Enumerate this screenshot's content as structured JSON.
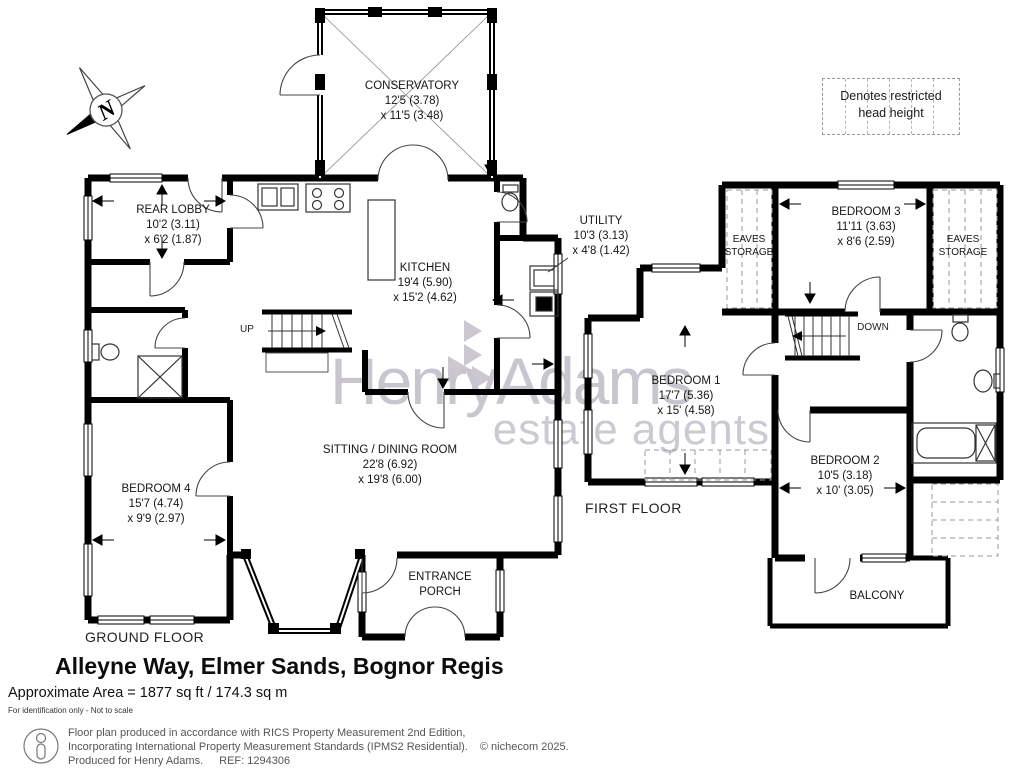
{
  "info": {
    "title": "Alleyne Way, Elmer Sands, Bognor Regis",
    "area": "Approximate Area = 1877 sq ft / 174.3 sq m",
    "disclaimer": "For identification only - Not to scale"
  },
  "footer": {
    "line1": "Floor plan produced in accordance with RICS Property Measurement 2nd Edition,",
    "line2": "Incorporating International Property Measurement Standards (IPMS2 Residential).",
    "copyright": "© nichecom 2025.",
    "line3": "Produced for Henry Adams.",
    "ref": "REF: 1294306"
  },
  "legend": {
    "restricted": "Denotes restricted head height"
  },
  "compass": {
    "north": "N"
  },
  "watermark": {
    "brand": "HenryAdams",
    "tagline": "estate agents"
  },
  "ground_floor": {
    "label": "GROUND FLOOR",
    "stairs": "UP",
    "conservatory": {
      "name": "CONSERVATORY",
      "dim1": "12'5 (3.78)",
      "dim2": "x 11'5 (3.48)"
    },
    "rear_lobby": {
      "name": "REAR LOBBY",
      "dim1": "10'2 (3.11)",
      "dim2": "x 6'2 (1.87)"
    },
    "kitchen": {
      "name": "KITCHEN",
      "dim1": "19'4 (5.90)",
      "dim2": "x 15'2 (4.62)"
    },
    "utility": {
      "name": "UTILITY",
      "dim1": "10'3 (3.13)",
      "dim2": "x 4'8 (1.42)"
    },
    "sitting_dining": {
      "name": "SITTING / DINING ROOM",
      "dim1": "22'8 (6.92)",
      "dim2": "x 19'8 (6.00)"
    },
    "bedroom4": {
      "name": "BEDROOM 4",
      "dim1": "15'7 (4.74)",
      "dim2": "x 9'9 (2.97)"
    },
    "porch": {
      "line1": "ENTRANCE",
      "line2": "PORCH"
    }
  },
  "first_floor": {
    "label": "FIRST FLOOR",
    "stairs": "DOWN",
    "bedroom1": {
      "name": "BEDROOM 1",
      "dim1": "17'7 (5.36)",
      "dim2": "x 15' (4.58)"
    },
    "bedroom2": {
      "name": "BEDROOM 2",
      "dim1": "10'5 (3.18)",
      "dim2": "x 10' (3.05)"
    },
    "bedroom3": {
      "name": "BEDROOM 3",
      "dim1": "11'11 (3.63)",
      "dim2": "x 8'6 (2.59)"
    },
    "eaves_left": {
      "line1": "EAVES",
      "line2": "STORAGE"
    },
    "eaves_right": {
      "line1": "EAVES",
      "line2": "STORAGE"
    },
    "balcony": {
      "name": "BALCONY"
    }
  }
}
